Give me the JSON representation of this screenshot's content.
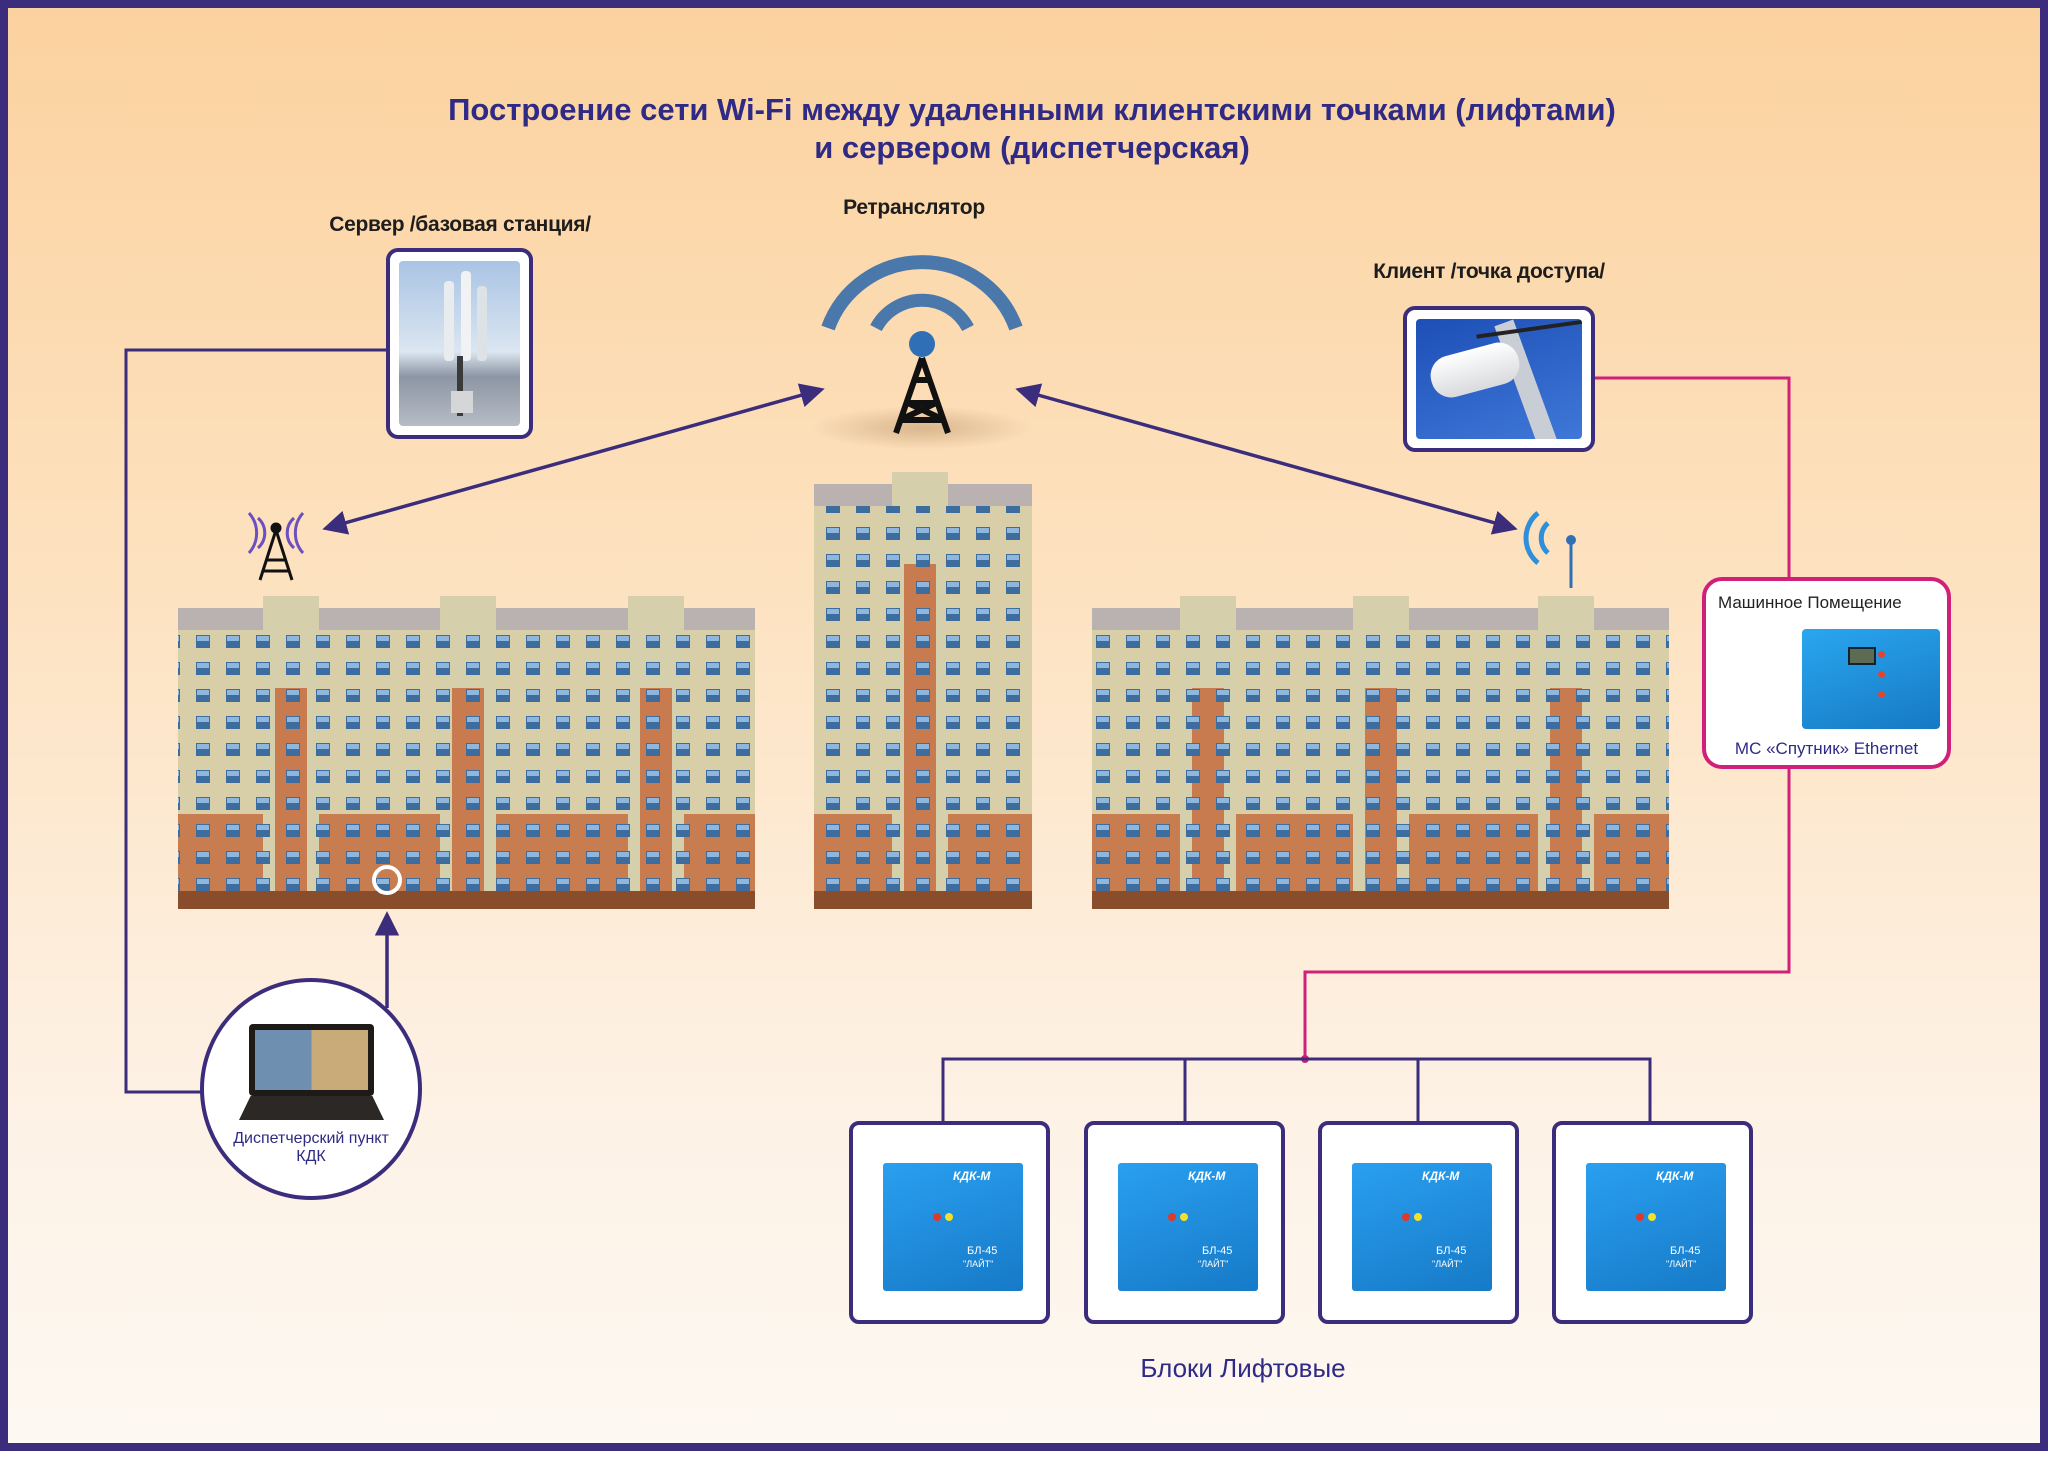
{
  "title": {
    "line1": "Построение сети Wi-Fi  между удаленными клиентскими точками (лифтами)",
    "line2": "и сервером (диспетчерская)"
  },
  "server": {
    "label": "Сервер /базовая станция/",
    "icon": "sector-antenna-photo"
  },
  "repeater": {
    "label": "Ретранслятор",
    "icon": "radio-tower-wifi-icon"
  },
  "client": {
    "label": "Клиент /точка доступа/",
    "icon": "access-point-photo"
  },
  "machine_room": {
    "title": "Машинное Помещение",
    "device": "МС «Спутник» Ethernet"
  },
  "dispatch": {
    "line1": "Диспетчерский пункт",
    "line2": "КДК"
  },
  "lift_blocks": {
    "caption": "Блоки Лифтовые",
    "items": [
      {
        "model": "КДК-М",
        "name": "БЛ-45",
        "sub": "\"ЛАЙТ\""
      },
      {
        "model": "КДК-М",
        "name": "БЛ-45",
        "sub": "\"ЛАЙТ\""
      },
      {
        "model": "КДК-М",
        "name": "БЛ-45",
        "sub": "\"ЛАЙТ\""
      },
      {
        "model": "КДК-М",
        "name": "БЛ-45",
        "sub": "\"ЛАЙТ\""
      }
    ]
  },
  "colors": {
    "frame": "#3b2d7c",
    "title": "#2f2a86",
    "link_wired": "#3b2d7c",
    "link_client": "#d0207a",
    "device_blue": "#1e8fd8"
  }
}
